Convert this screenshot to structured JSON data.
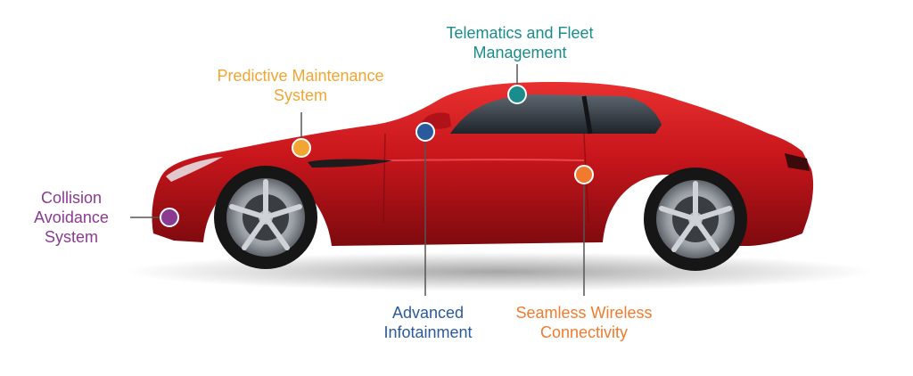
{
  "callouts": {
    "telematics": {
      "line1": "Telematics and Fleet",
      "line2": "Management",
      "color": "#1a8c8c"
    },
    "predictive": {
      "line1": "Predictive Maintenance",
      "line2": "System",
      "color": "#f2a531"
    },
    "collision": {
      "line1": "Collision",
      "line2": "Avoidance",
      "line3": "System",
      "color": "#8a3a91"
    },
    "infotainment": {
      "line1": "Advanced",
      "line2": "Infotainment",
      "color": "#2a5a9c"
    },
    "wireless": {
      "line1": "Seamless Wireless",
      "line2": "Connectivity",
      "color": "#f07b2e"
    }
  },
  "car": {
    "body_color": "#c8161c",
    "body_shadow_color": "#8e0b10",
    "glass_color": "#2b3138",
    "tire_color": "#1b1b1b",
    "rim_color": "#a9adb2"
  }
}
